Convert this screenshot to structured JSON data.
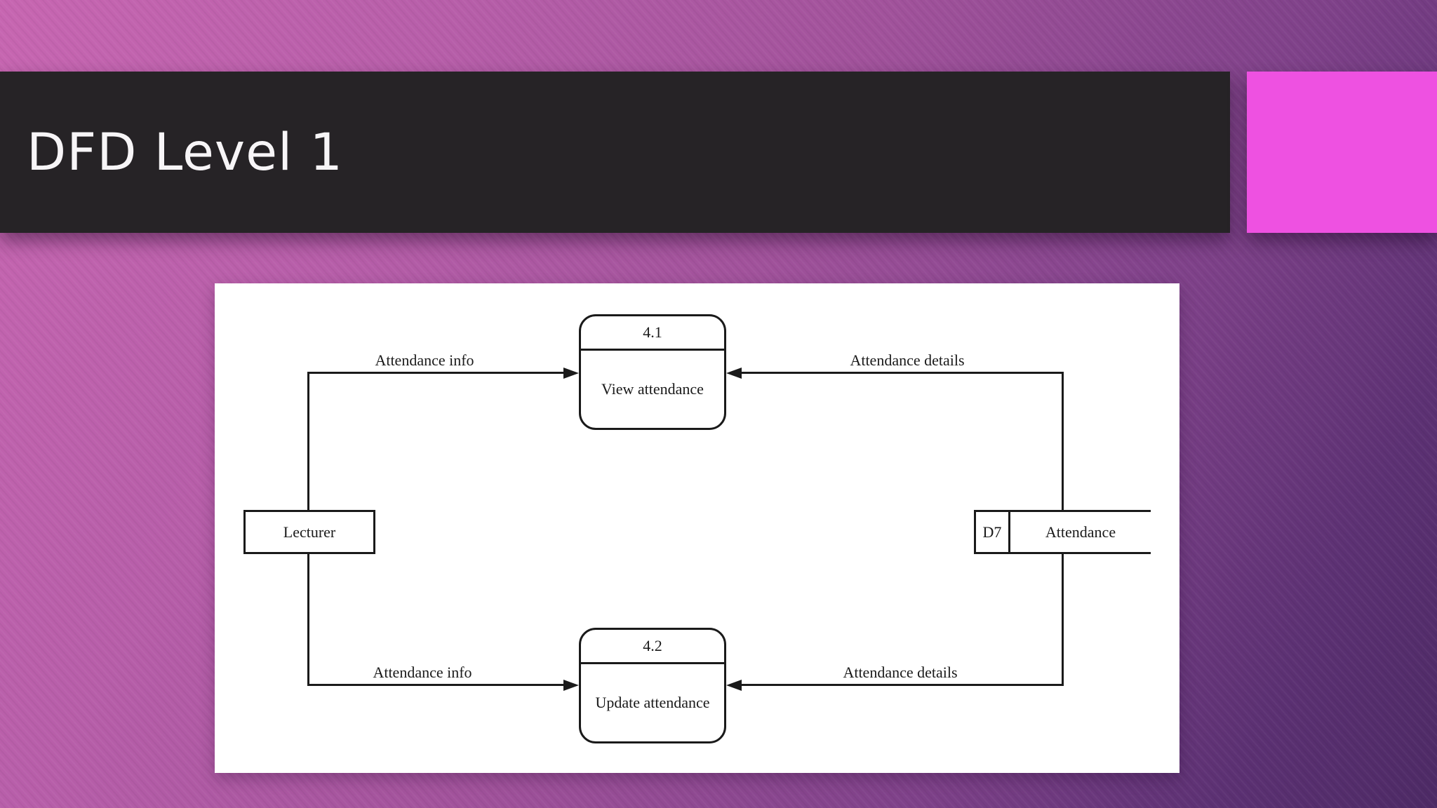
{
  "slide": {
    "title": "DFD Level 1",
    "colors": {
      "banner_bg": "#262326",
      "title_text": "#f7f5f7",
      "accent_square": "#ee51e1",
      "background_gradient_start": "#c766b1",
      "background_gradient_end": "#4d2a65",
      "canvas_bg": "#ffffff",
      "diagram_line": "#1a1a1a"
    }
  },
  "diagram": {
    "external_entity": {
      "label": "Lecturer"
    },
    "processes": [
      {
        "number": "4.1",
        "label": "View attendance"
      },
      {
        "number": "4.2",
        "label": "Update attendance"
      }
    ],
    "data_store": {
      "id": "D7",
      "label": "Attendance"
    },
    "flows": [
      {
        "label": "Attendance info",
        "from": "Lecturer",
        "to": "4.1 View attendance"
      },
      {
        "label": "Attendance details",
        "from": "D7 Attendance",
        "to": "4.1 View attendance"
      },
      {
        "label": "Attendance info",
        "from": "Lecturer",
        "to": "4.2 Update attendance"
      },
      {
        "label": "Attendance details",
        "from": "D7 Attendance",
        "to": "4.2 Update attendance"
      }
    ]
  }
}
